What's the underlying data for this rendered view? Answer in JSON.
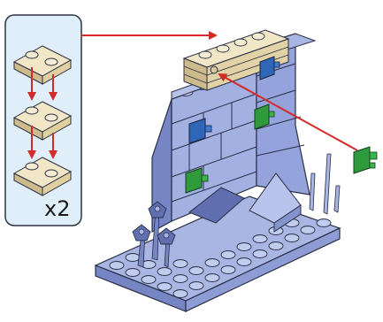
{
  "step": {
    "quantity_label": "x2",
    "subassembly": {
      "part": "tan-1x2-plate",
      "stack_count": 3,
      "panel_bg": "#dfeef9",
      "panel_border": "#2b3440"
    },
    "colors": {
      "tan": "#e6d7ad",
      "tan_dark": "#b6a47a",
      "blue_light": "#a9b6e3",
      "blue_mid": "#8797cf",
      "blue_dark": "#5f6fb0",
      "blue_piece": "#2f66b8",
      "green_piece": "#2e9a3c",
      "arrow": "#d42a2a",
      "outline": "#2a2f45"
    },
    "icons": [
      "arrow-icon",
      "brick-icon",
      "plant-icon",
      "clip-icon"
    ]
  }
}
